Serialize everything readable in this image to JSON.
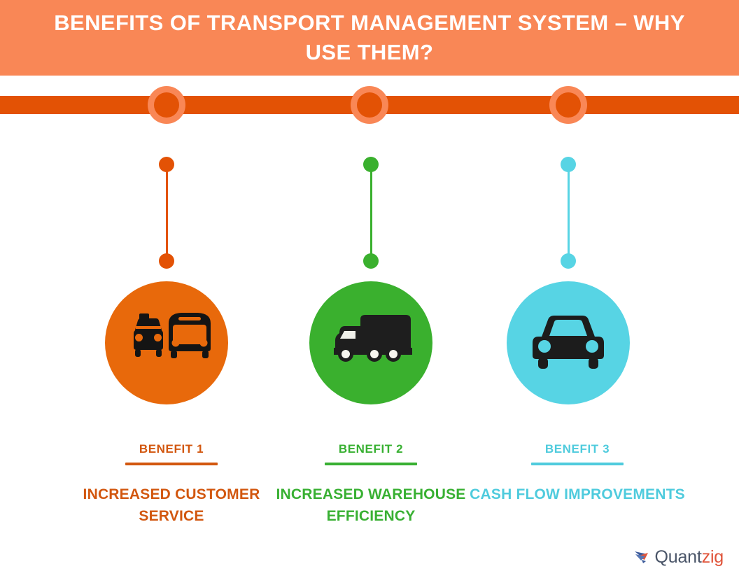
{
  "header": {
    "title": "BENEFITS OF TRANSPORT MANAGEMENT SYSTEM – WHY USE THEM?",
    "background_color": "#F98756",
    "text_color": "#FFFFFF"
  },
  "timeline": {
    "bar_color": "#E35205",
    "node_ring_color": "#F98756",
    "node_core_color": "#E35205",
    "node_count": 3
  },
  "benefits": [
    {
      "kicker": "BENEFIT 1",
      "description": "INCREASED CUSTOMER SERVICE",
      "color": "#D2570F",
      "icon": "taxi-and-bus-icon",
      "circle_color": "#E8690B",
      "connector_color": "#E35205"
    },
    {
      "kicker": "BENEFIT 2",
      "description": "INCREASED WAREHOUSE EFFICIENCY",
      "color": "#38B032",
      "icon": "delivery-truck-icon",
      "circle_color": "#3AB02E",
      "connector_color": "#3AB02E"
    },
    {
      "kicker": "BENEFIT 3",
      "description": "CASH FLOW IMPROVEMENTS",
      "color": "#4FCBDD",
      "icon": "car-icon",
      "circle_color": "#57D4E4",
      "connector_color": "#57D4E4"
    }
  ],
  "logo": {
    "name_primary": "Quant",
    "name_secondary": "zig",
    "primary_color": "#4A5568",
    "secondary_color": "#E0543A"
  }
}
